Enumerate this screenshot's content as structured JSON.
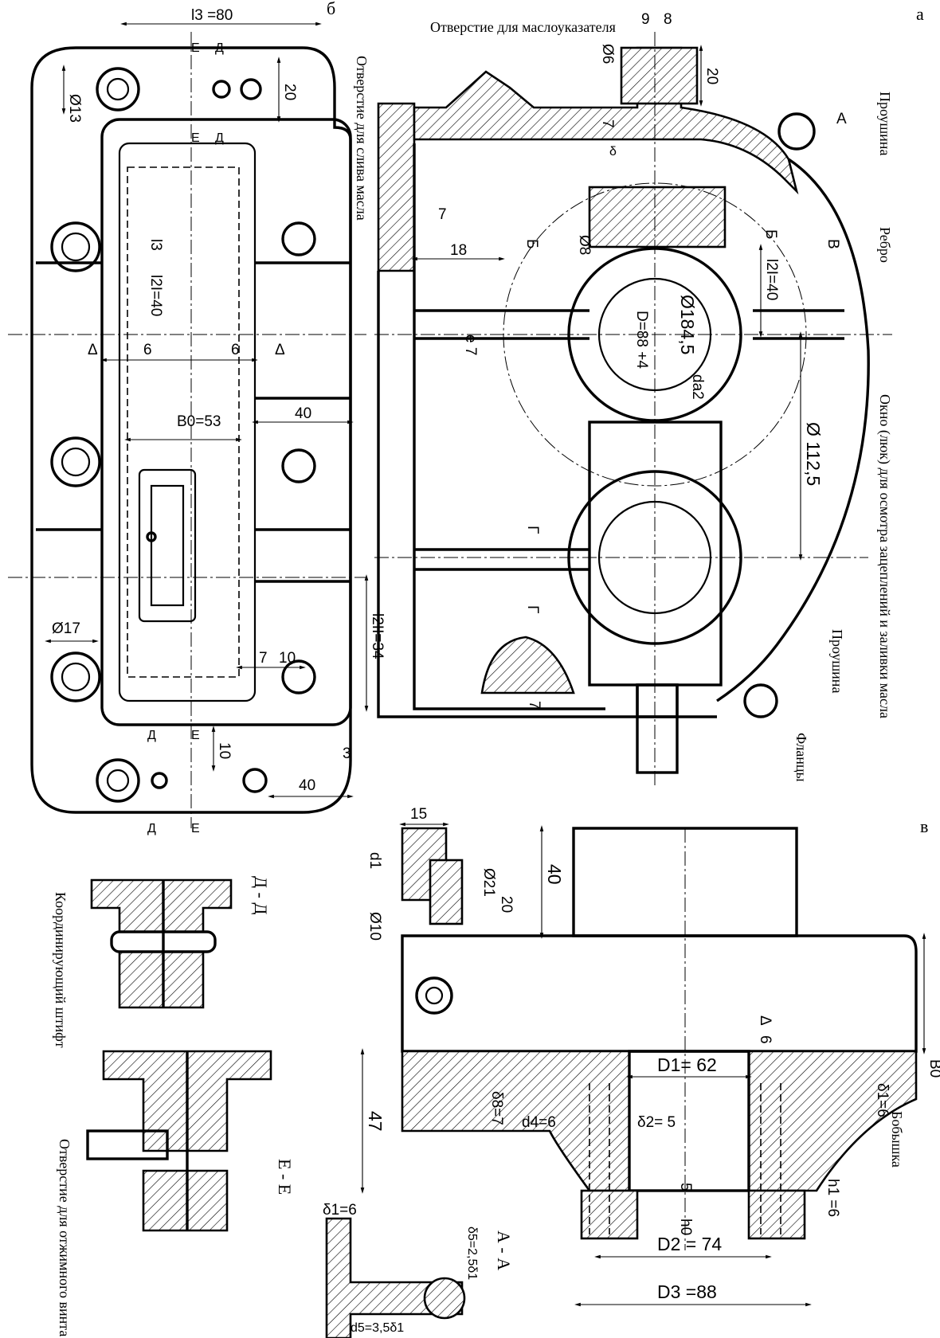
{
  "view_markers": {
    "a": "а",
    "b": "б",
    "v": "в"
  },
  "top_view": {
    "dims": {
      "l3": "l3 =80",
      "d13": "Ø13",
      "d17": "Ø17",
      "dim20": "20",
      "l3_v": "l3",
      "l2_v": "l2I=40",
      "delta_l": "Δ",
      "delta_r": "Δ",
      "six_l": "6",
      "six_r": "6",
      "b0": "B0=53",
      "forty": "40",
      "l2ii": "l2II=34",
      "seven": "7",
      "ten_h": "10",
      "ten_v": "10",
      "three": "3",
      "forty_b": "40"
    },
    "section_marks": {
      "e": "Е",
      "d": "Д"
    }
  },
  "front_view": {
    "labels": {
      "oil_gauge_hole": "Отверстие для маслоуказателя",
      "oil_drain_hole": "Отверстие для слива масла",
      "lug_top": "Проушина",
      "rib": "Ребро",
      "window": "Окно (люк) для осмотра зацеплений и заливки масла",
      "lug_bottom": "Проушина",
      "flanges": "Фланцы"
    },
    "dims": {
      "nine": "9",
      "eight": "8",
      "d6": "Ø6",
      "twenty": "20",
      "seven_top": "7",
      "delta_s": "δ",
      "seven_wall": "7",
      "eighteen": "18",
      "d8": "Ø8",
      "d184": "Ø184,5",
      "dD": "D=88 +4",
      "da2": "da2",
      "l2i": "l2I=40",
      "e7": "e 7",
      "d112": "Ø 112,5",
      "seven_bot": "7",
      "A": "А",
      "B_left": "Б",
      "B_right": "Б",
      "V": "В",
      "G_top": "Г",
      "G_bot": "Г"
    }
  },
  "side_view": {
    "labels": {
      "boss": "Бобышка"
    },
    "dims": {
      "fifteen": "15",
      "d1": "d1",
      "d21": "Ø21",
      "d10": "Ø10",
      "forty": "40",
      "twenty": "20",
      "forty_seven": "47",
      "delta8": "δ8=7",
      "d4": "d4=6",
      "delta2": "δ2= 5",
      "D1": "D1= 62",
      "delta_s": "Δ",
      "six": "6",
      "delta1": "δ1=6",
      "B0": "B0",
      "five": "5",
      "h0": "h0",
      "h1": "h1 =6",
      "D2": "D2 = 74",
      "D3": "D3 =88"
    }
  },
  "sections": {
    "dd": {
      "title": "Д - Д",
      "caption": "Координирующий штифт"
    },
    "ee": {
      "title": "Е - Е",
      "caption": "Отверстие для отжимного винта"
    },
    "aa": {
      "title": "А - А",
      "delta1": "δ1=6",
      "delta5": "δ5=2,5δ1",
      "d5": "d5=3,5δ1"
    }
  }
}
